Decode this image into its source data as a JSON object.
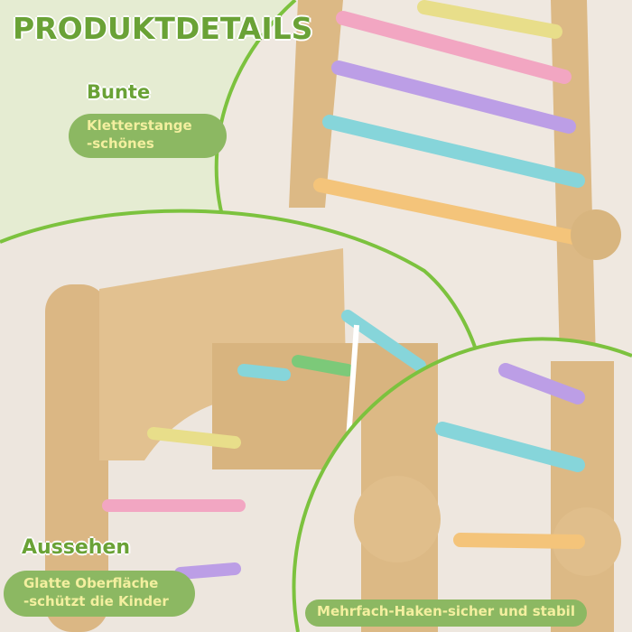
{
  "title": "PRODUKTDETAILS",
  "sections": [
    {
      "heading": "Bunte",
      "pill_line1": "Kletterstange",
      "pill_line2": "-schönes"
    },
    {
      "heading": "Aussehen",
      "pill_line1": "Glatte Oberfläche",
      "pill_line2": "-schützt die Kinder"
    },
    {
      "pill": "Mehrfach-Haken-sicher und stabil"
    }
  ],
  "colors": {
    "accent": "#6aa236",
    "pill": "#8cb862",
    "pill_text": "#f3ef9f",
    "background": "#e5ecd2",
    "bars": [
      "#f2a6c2",
      "#bc9ee6",
      "#86d5da",
      "#f4c47a",
      "#e8de8a"
    ]
  }
}
